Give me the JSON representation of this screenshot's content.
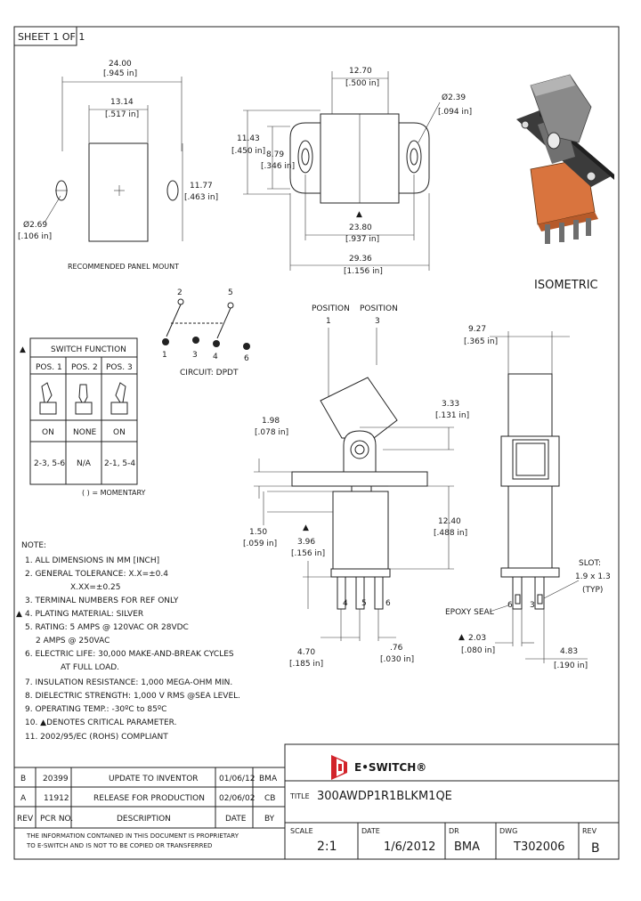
{
  "sheet": {
    "label": "SHEET 1 OF 1"
  },
  "panel_mount": {
    "width": "24.00",
    "width_in": "[.945 in]",
    "inner_width": "13.14",
    "inner_width_in": "[.517 in]",
    "height": "11.77",
    "height_in": "[.463 in]",
    "hole": "Ø2.69",
    "hole_in": "[.106 in]",
    "caption": "RECOMMENDED PANEL MOUNT"
  },
  "top_view": {
    "d1": "12.70",
    "d1_in": "[.500 in]",
    "d2": "Ø2.39",
    "d2_in": "[.094 in]",
    "d3": "11.43",
    "d3_in": "[.450 in]",
    "d4": "8.79",
    "d4_in": "[.346 in]",
    "d5": "23.80",
    "d5_in": "[.937 in]",
    "d6": "29.36",
    "d6_in": "[1.156 in]"
  },
  "isometric": {
    "label": "ISOMETRIC"
  },
  "circuit": {
    "label": "CIRCUIT: DPDT",
    "pins_top": [
      "2",
      "5"
    ],
    "pins_bottom": [
      "1",
      "3",
      "4",
      "6"
    ]
  },
  "switch_function": {
    "title": "SWITCH FUNCTION",
    "headers": [
      "POS. 1",
      "POS. 2",
      "POS. 3"
    ],
    "row_state": [
      "ON",
      "NONE",
      "ON"
    ],
    "row_connect": [
      "2-3, 5-6",
      "N/A",
      "2-1, 5-4"
    ],
    "note": "( ) = MOMENTARY"
  },
  "side_view": {
    "position1": "POSITION",
    "position1_num": "1",
    "position3": "POSITION",
    "position3_num": "3",
    "d_a": "1.98",
    "d_a_in": "[.078 in]",
    "d_b": "3.33",
    "d_b_in": "[.131 in]",
    "d_c": "12.40",
    "d_c_in": "[.488 in]",
    "d_d": "1.50",
    "d_d_in": "[.059 in]",
    "d_e": "3.96",
    "d_e_in": "[.156 in]",
    "d_f": "4.70",
    "d_f_in": "[.185 in]",
    "d_g": ".76",
    "d_g_in": "[.030 in]",
    "pins": [
      "4",
      "5",
      "6"
    ]
  },
  "end_view": {
    "d_w": "9.27",
    "d_w_in": "[.365 in]",
    "slot": "SLOT:",
    "slot_dim": "1.9 x 1.3",
    "slot_typ": "(TYP)",
    "epoxy": "EPOXY SEAL",
    "pins": [
      "6",
      "3"
    ],
    "d_p": "2.03",
    "d_p_in": "[.080 in]",
    "d_q": "4.83",
    "d_q_in": "[.190 in]"
  },
  "notes": {
    "title": "NOTE:",
    "lines": [
      "1. ALL DIMENSIONS IN MM [INCH]",
      "2. GENERAL TOLERANCE: X.X=±0.4",
      "X.XX=±0.25",
      "3. TERMINAL NUMBERS FOR REF ONLY",
      "4. PLATING MATERIAL: SILVER",
      "5. RATING: 5 AMPS @ 120VAC OR 28VDC",
      "2 AMPS @ 250VAC",
      "6. ELECTRIC LIFE: 30,000 MAKE-AND-BREAK CYCLES",
      "AT FULL LOAD.",
      "7. INSULATION RESISTANCE: 1,000 MEGA-OHM MIN.",
      "8. DIELECTRIC STRENGTH: 1,000 V RMS @SEA LEVEL.",
      "9. OPERATING TEMP.: -30ºC to 85ºC",
      "10. ▲DENOTES CRITICAL PARAMETER.",
      "11. 2002/95/EC (ROHS) COMPLIANT"
    ]
  },
  "revisions": {
    "rows": [
      [
        "B",
        "20399",
        "UPDATE TO INVENTOR",
        "01/06/12",
        "BMA"
      ],
      [
        "A",
        "11912",
        "RELEASE FOR PRODUCTION",
        "02/06/02",
        "CB"
      ]
    ],
    "headers": [
      "REV",
      "PCR NO.",
      "DESCRIPTION",
      "DATE",
      "BY"
    ],
    "proprietary_1": "THE INFORMATION CONTAINED IN THIS DOCUMENT IS PROPRIETARY",
    "proprietary_2": "TO E-SWITCH AND IS NOT TO BE COPIED OR TRANSFERRED"
  },
  "title_block": {
    "brand": "E•SWITCH®",
    "title_label": "TITLE",
    "title": "300AWDP1R1BLKM1QE",
    "scale_label": "SCALE",
    "scale": "2:1",
    "date_label": "DATE",
    "date": "1/6/2012",
    "dr_label": "DR",
    "dr": "BMA",
    "dwg_label": "DWG",
    "dwg": "T302006",
    "rev_label": "REV",
    "rev": "B"
  },
  "colors": {
    "line": "#222222",
    "body_orange": "#d9743e",
    "actuator": "#8a8a8a",
    "logo": "#d2232a"
  }
}
